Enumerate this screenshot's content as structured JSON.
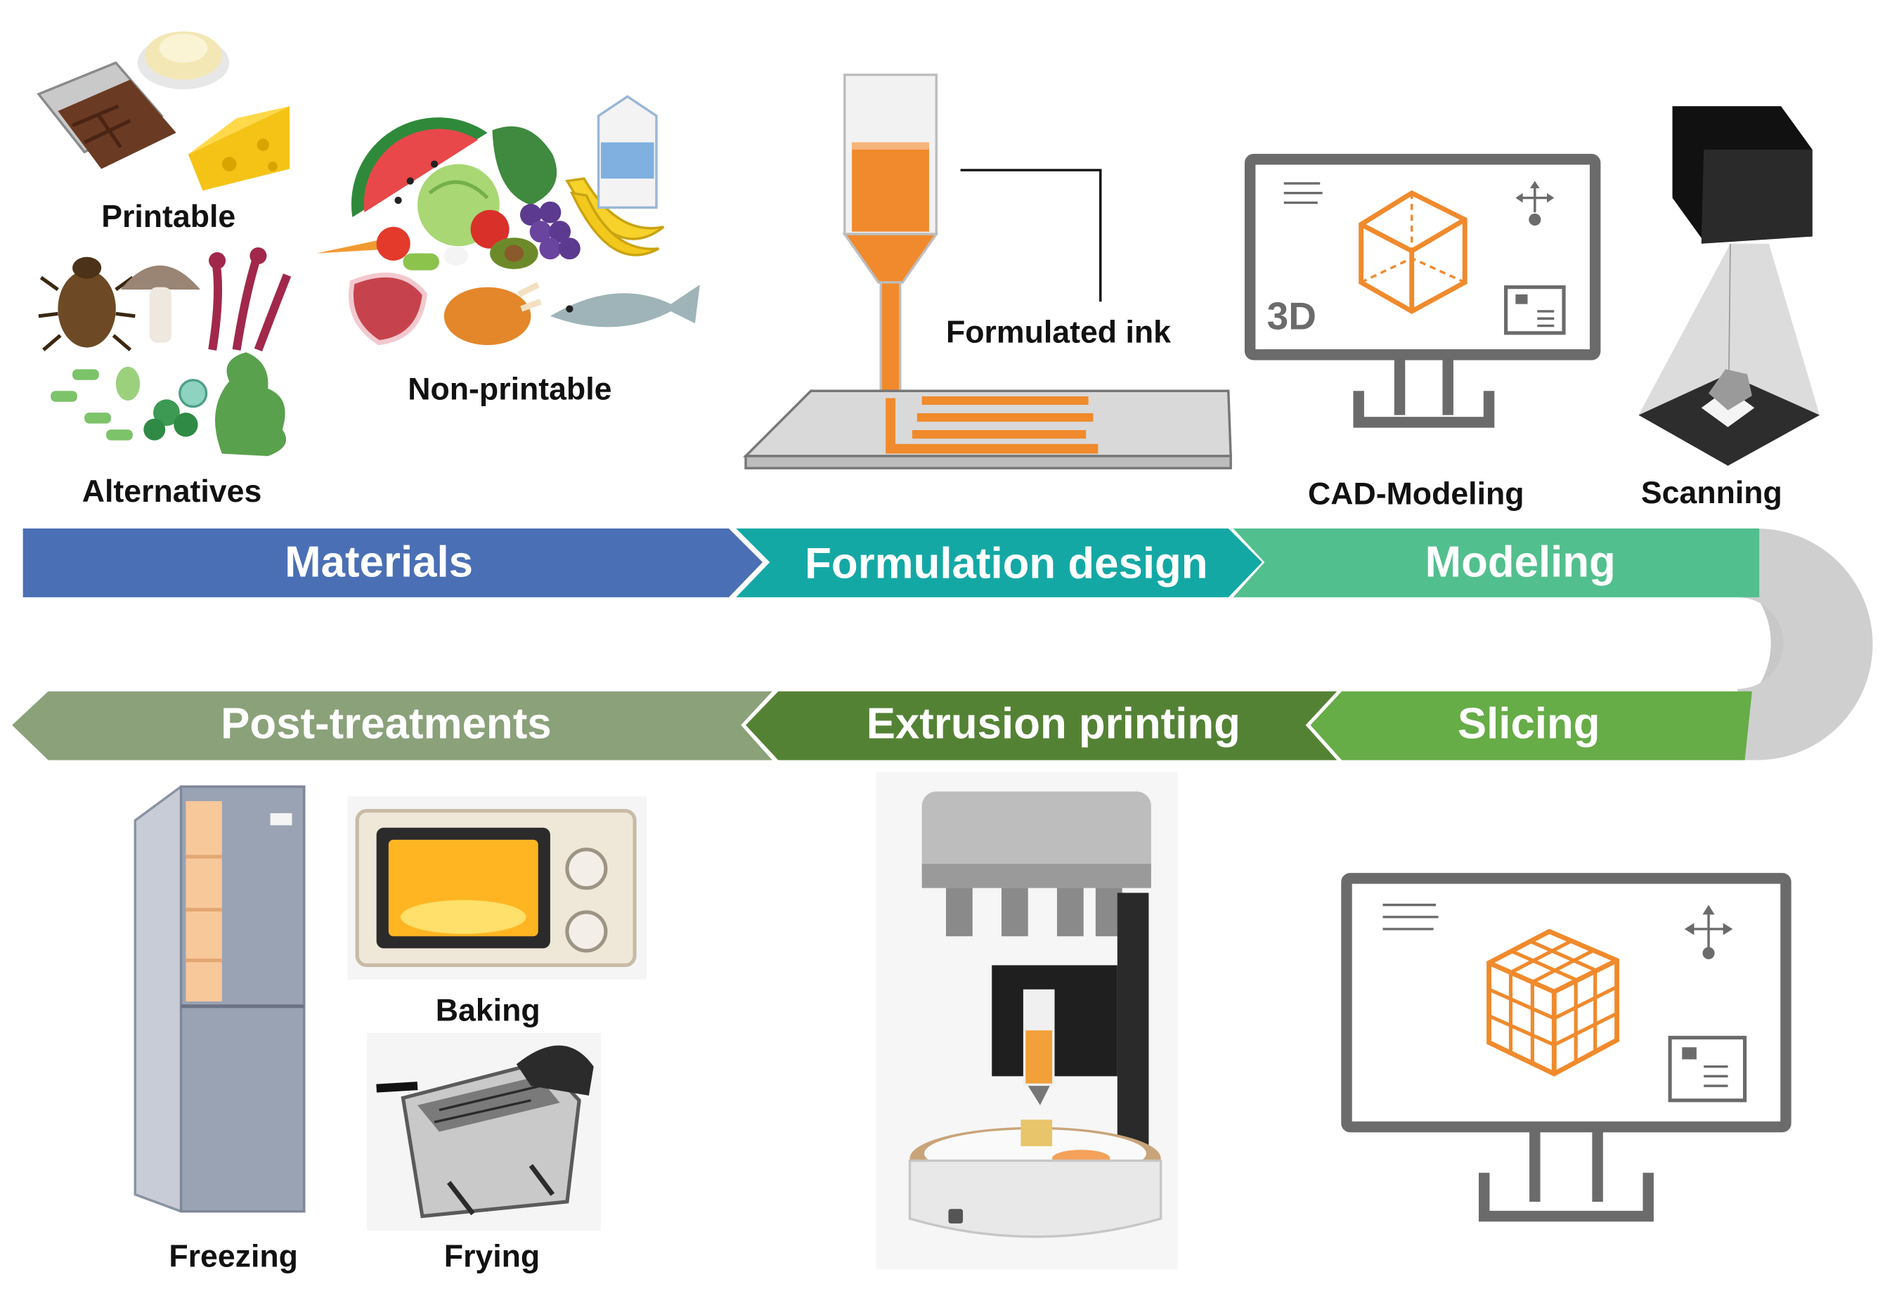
{
  "labels": {
    "printable": "Printable",
    "alternatives": "Alternatives",
    "non_printable": "Non-printable",
    "formulated_ink": "Formulated ink",
    "cad_modeling": "CAD-Modeling",
    "scanning": "Scanning",
    "baking": "Baking",
    "freezing": "Freezing",
    "frying": "Frying",
    "monitor_3d": "3D"
  },
  "stages": {
    "materials": "Materials",
    "formulation_design": "Formulation design",
    "modeling": "Modeling",
    "post_treatments": "Post-treatments",
    "extrusion_printing": "Extrusion printing",
    "slicing": "Slicing"
  },
  "colors": {
    "materials": "#4a6fb4",
    "formulation_design": "#14a8a5",
    "modeling": "#52bf8e",
    "slicing": "#66ac47",
    "extrusion_printing": "#548235",
    "post_treatments": "#8aa17a",
    "connector": "#c8c8c8",
    "accent_orange": "#f08a2c",
    "monitor_gray": "#6b6b6b"
  },
  "icons": [
    "chocolate-icon",
    "cream-icon",
    "cheese-icon",
    "beetle-icon",
    "mushroom-icon",
    "algae-icon",
    "microalgae-icon",
    "seaweed-icon",
    "watermelon-icon",
    "cabbage-icon",
    "vegetables-icon",
    "grapes-icon",
    "banana-icon",
    "milk-carton-icon",
    "meat-icon",
    "chicken-icon",
    "fish-icon",
    "syringe-nozzle-icon",
    "print-bed-icon",
    "monitor-icon",
    "cube-icon",
    "move-arrows-icon",
    "scanner-icon",
    "refrigerator-icon",
    "microwave-oven-icon",
    "deep-fryer-icon",
    "food-printer-icon",
    "sliced-cube-icon"
  ]
}
